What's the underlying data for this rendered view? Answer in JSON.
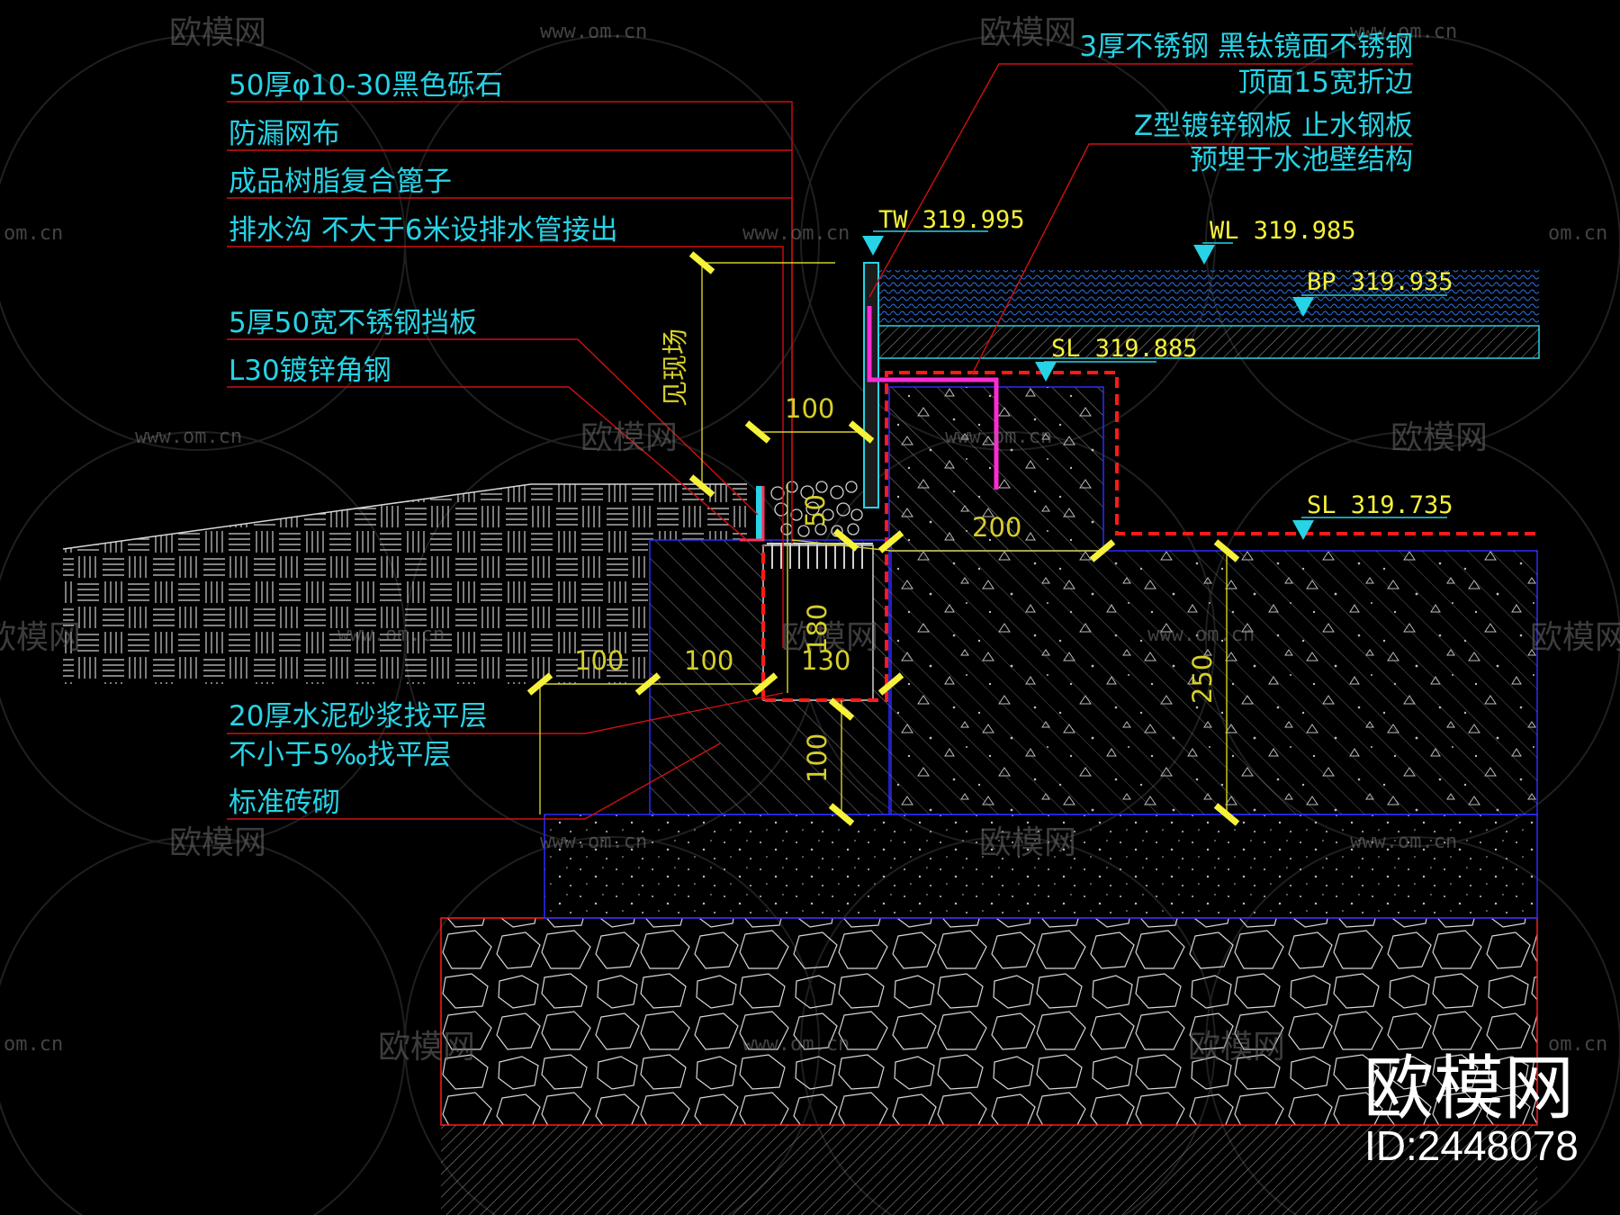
{
  "callouts_left": [
    "50厚φ10-30黑色砾石",
    "防漏网布",
    "成品树脂复合篦子",
    "排水沟 不大于6米设排水管接出",
    "5厚50宽不锈钢挡板",
    "L30镀锌角钢",
    "20厚水泥砂浆找平层",
    "不小于5‰找平层",
    "标准砖砌"
  ],
  "callouts_right": [
    "3厚不锈钢 黑钛镜面不锈钢",
    "顶面15宽折边",
    "Z型镀锌钢板 止水钢板",
    "预埋于水池壁结构"
  ],
  "levels": {
    "tw": "TW 319.995",
    "wl": "WL 319.985",
    "bp": "BP 319.935",
    "sl_upper": "SL 319.885",
    "sl_lower": "SL 319.735"
  },
  "dimensions": {
    "d100_top": "100",
    "d50": "50",
    "d200": "200",
    "d180": "180",
    "d130": "130",
    "d100_a": "100",
    "d100_b": "100",
    "d100_v": "100",
    "d250": "250",
    "site": "见现场"
  },
  "watermark": {
    "brand": "欧模网",
    "url": "www.om.cn",
    "url_short": "om.cn"
  },
  "logo": {
    "name": "欧模网",
    "id": "ID:2448078"
  },
  "colors": {
    "background": "#000000",
    "callout_text": "#27d3e6",
    "level_text": "#f6f23a",
    "dimension": "#d6cf2c",
    "waterproof_dashed": "#ff1a1a",
    "stop_plate": "#ff2bd6",
    "structure_outline": "#2b2bff"
  }
}
